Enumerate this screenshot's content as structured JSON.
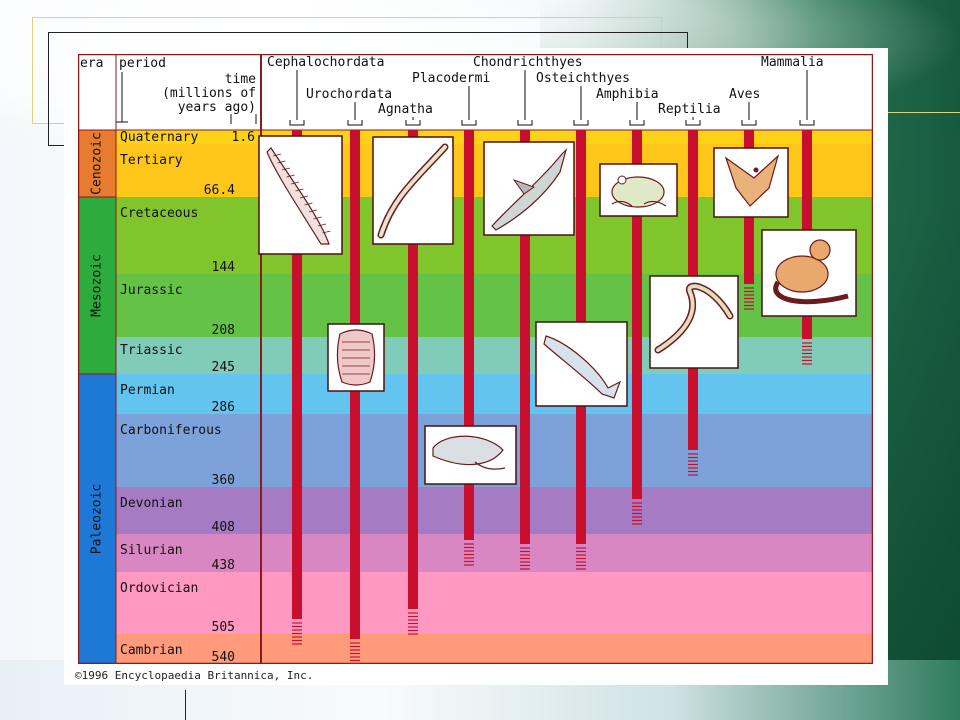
{
  "header": {
    "era": "era",
    "period": "period",
    "time_line1": "time",
    "time_line2": "(millions of",
    "time_line3": "years ago)"
  },
  "eras": [
    {
      "name": "Cenozoic",
      "color": "#e77b2f"
    },
    {
      "name": "Mesozoic",
      "color": "#2eab3d"
    },
    {
      "name": "Paleozoic",
      "color": "#1e78d6"
    }
  ],
  "periods": [
    {
      "name": "Quaternary",
      "age": "1.6",
      "color": "#ffd21a"
    },
    {
      "name": "Tertiary",
      "age": "66.4",
      "color": "#ffc61a"
    },
    {
      "name": "Cretaceous",
      "age": "144",
      "color": "#7fc52b"
    },
    {
      "name": "Jurassic",
      "age": "208",
      "color": "#64c246"
    },
    {
      "name": "Triassic",
      "age": "245",
      "color": "#80ccb8"
    },
    {
      "name": "Permian",
      "age": "286",
      "color": "#62c4ef"
    },
    {
      "name": "Carboniferous",
      "age": "360",
      "color": "#7da2d9"
    },
    {
      "name": "Devonian",
      "age": "408",
      "color": "#a57bc4"
    },
    {
      "name": "Silurian",
      "age": "438",
      "color": "#d987c3"
    },
    {
      "name": "Ordovician",
      "age": "505",
      "color": "#ff99c2"
    },
    {
      "name": "Cambrian",
      "age": "540",
      "color": "#ff9a7a"
    }
  ],
  "groups": [
    {
      "name": "Cephalochordata",
      "origin": "Cambrian"
    },
    {
      "name": "Urochordata",
      "origin": "Cambrian"
    },
    {
      "name": "Agnatha",
      "origin": "Cambrian"
    },
    {
      "name": "Placodermi",
      "origin": "Silurian"
    },
    {
      "name": "Chondrichthyes",
      "origin": "Silurian"
    },
    {
      "name": "Osteichthyes",
      "origin": "Silurian"
    },
    {
      "name": "Amphibia",
      "origin": "Devonian"
    },
    {
      "name": "Reptilia",
      "origin": "Carboniferous"
    },
    {
      "name": "Aves",
      "origin": "Jurassic"
    },
    {
      "name": "Mammalia",
      "origin": "Triassic"
    }
  ],
  "illustrations": [
    {
      "name": "lancelet-icon"
    },
    {
      "name": "lamprey-icon"
    },
    {
      "name": "shark-icon"
    },
    {
      "name": "frog-icon"
    },
    {
      "name": "bird-icon"
    },
    {
      "name": "tunicate-icon"
    },
    {
      "name": "mammal-icon"
    },
    {
      "name": "lizard-icon"
    },
    {
      "name": "bony-fish-icon"
    },
    {
      "name": "placoderm-icon"
    }
  ],
  "colors": {
    "lineage": "#c8102e",
    "border": "#8b1a1a",
    "text": "#111111"
  },
  "copyright": "©1996 Encyclopaedia Britannica, Inc."
}
